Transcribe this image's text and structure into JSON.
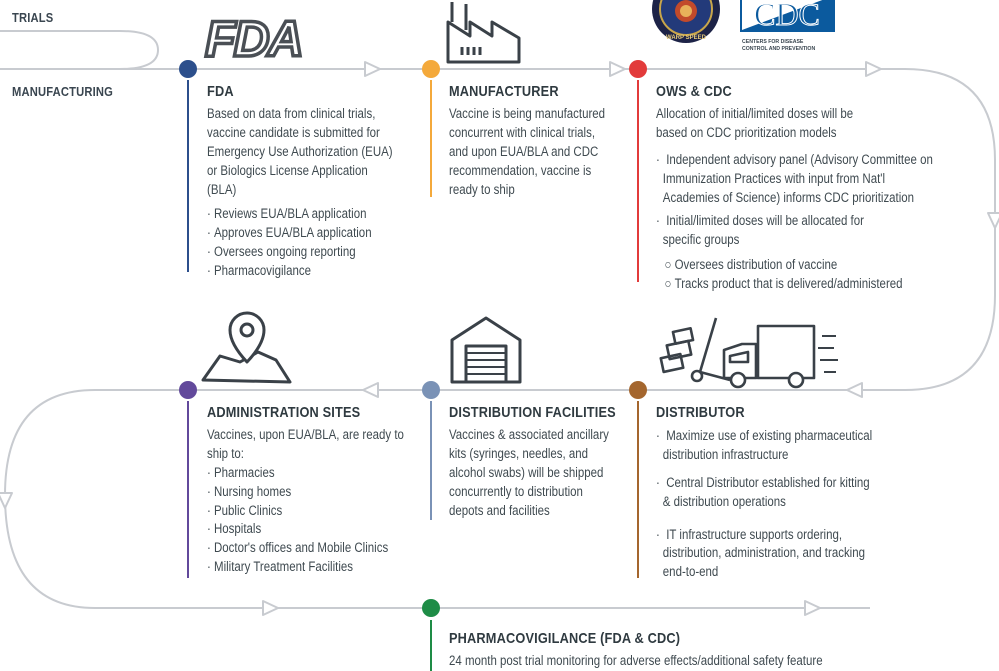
{
  "left_labels": {
    "trials": "TRIALS",
    "manufacturing": "MANUFACTURING"
  },
  "colors": {
    "flow_line": "#c8cbd0",
    "fda": "#2c4f8c",
    "manufacturer": "#f4a93b",
    "ows_cdc": "#e23b3b",
    "distributor": "#a4662e",
    "distribution_facilities": "#7a92b6",
    "administration_sites": "#62499b",
    "pharmacovigilance": "#1e8c46"
  },
  "logos": {
    "fda": "FDA",
    "cdc": "CDC",
    "ows_ring": "WARP SPEED",
    "cdc_sub_1": "CENTERS FOR DISEASE",
    "cdc_sub_2": "CONTROL AND PREVENTION"
  },
  "fda": {
    "title": "FDA",
    "lines": [
      "Based on data from clinical trials,",
      "vaccine candidate is submitted for",
      "Emergency Use Authorization (EUA)",
      "or Biologics License Application",
      "(BLA)"
    ],
    "bullets": [
      "Reviews EUA/BLA application",
      "Approves EUA/BLA application",
      "Oversees ongoing reporting",
      "Pharmacovigilance"
    ]
  },
  "manufacturer": {
    "title": "MANUFACTURER",
    "lines": [
      "Vaccine is being manufactured",
      "concurrent with clinical trials,",
      "and upon EUA/BLA and CDC",
      "recommendation, vaccine is",
      "ready to ship"
    ]
  },
  "ows_cdc": {
    "title": "OWS & CDC",
    "lines": [
      "Allocation of initial/limited doses will be",
      "based on CDC prioritization models"
    ],
    "bullet1": [
      "Independent advisory panel (Advisory Committee on",
      "Immunization Practices with input from Nat'l",
      "Academies of Science) informs CDC prioritization"
    ],
    "bullet2": [
      "Initial/limited doses will be allocated for",
      "specific groups"
    ],
    "sub": [
      "Oversees distribution of vaccine",
      "Tracks product that is delivered/administered"
    ]
  },
  "distributor": {
    "title": "DISTRIBUTOR",
    "bullet1": [
      "Maximize use of existing pharmaceutical",
      "distribution infrastructure"
    ],
    "bullet2": [
      "Central Distributor established for kitting",
      "& distribution operations"
    ],
    "bullet3": [
      "IT infrastructure supports ordering,",
      "distribution, administration, and tracking",
      "end-to-end"
    ]
  },
  "distribution_facilities": {
    "title": "DISTRIBUTION FACILITIES",
    "lines": [
      "Vaccines & associated ancillary",
      "kits (syringes, needles, and",
      "alcohol swabs) will be shipped",
      "concurrently to distribution",
      "depots and facilities"
    ]
  },
  "administration_sites": {
    "title": "ADMINISTRATION SITES",
    "lines": [
      "Vaccines, upon EUA/BLA, are ready to",
      "ship to:"
    ],
    "bullets": [
      "Pharmacies",
      "Nursing homes",
      "Public Clinics",
      "Hospitals",
      "Doctor's offices and Mobile Clinics",
      "Military Treatment Facilities"
    ]
  },
  "pharmacovigilance": {
    "title": "PHARMACOVIGILANCE (FDA & CDC)",
    "line": "24 month post trial monitoring for adverse effects/additional safety feature"
  }
}
